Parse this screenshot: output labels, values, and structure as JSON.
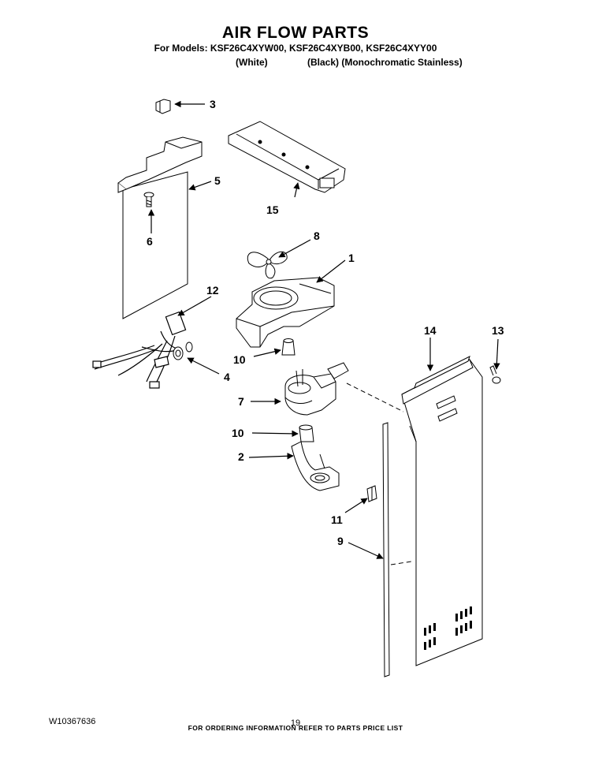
{
  "header": {
    "title": "AIR FLOW PARTS",
    "models_line": "For Models: KSF26C4XYW00, KSF26C4XYB00, KSF26C4XYY00",
    "finish_white": "(White)",
    "finish_black_stainless": "(Black) (Monochromatic Stainless)"
  },
  "callouts": {
    "c1": "1",
    "c2": "2",
    "c3": "3",
    "c4": "4",
    "c5": "5",
    "c6": "6",
    "c7": "7",
    "c8": "8",
    "c9": "9",
    "c10a": "10",
    "c10b": "10",
    "c11": "11",
    "c12": "12",
    "c13": "13",
    "c14": "14",
    "c15": "15"
  },
  "footer": {
    "ordering_note": "FOR ORDERING INFORMATION REFER TO PARTS PRICE LIST",
    "doc_number": "W10367636",
    "page_number": "19"
  }
}
